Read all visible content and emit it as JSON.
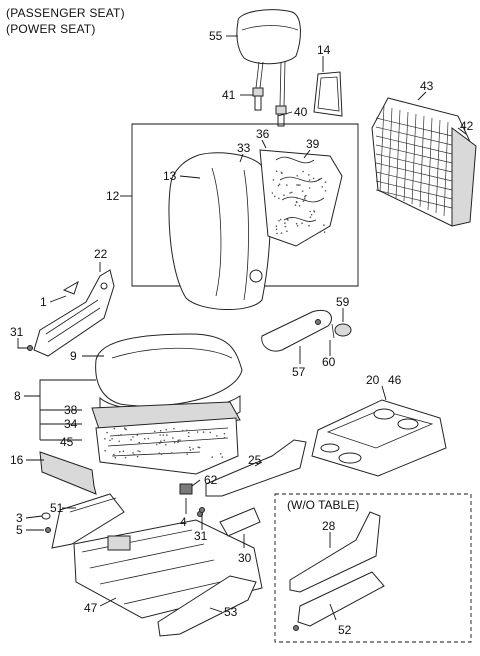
{
  "header": {
    "line1": "(PASSENGER SEAT)",
    "line2": "(POWER SEAT)"
  },
  "inset_title": "(W/O TABLE)",
  "callouts": [
    "55",
    "14",
    "41",
    "40",
    "43",
    "42",
    "33",
    "36",
    "39",
    "13",
    "12",
    "22",
    "1",
    "31",
    "9",
    "8",
    "38",
    "34",
    "45",
    "16",
    "20",
    "46",
    "59",
    "57",
    "60",
    "25",
    "62",
    "4",
    "31",
    "3",
    "5",
    "51",
    "47",
    "30",
    "28",
    "52",
    "53"
  ]
}
